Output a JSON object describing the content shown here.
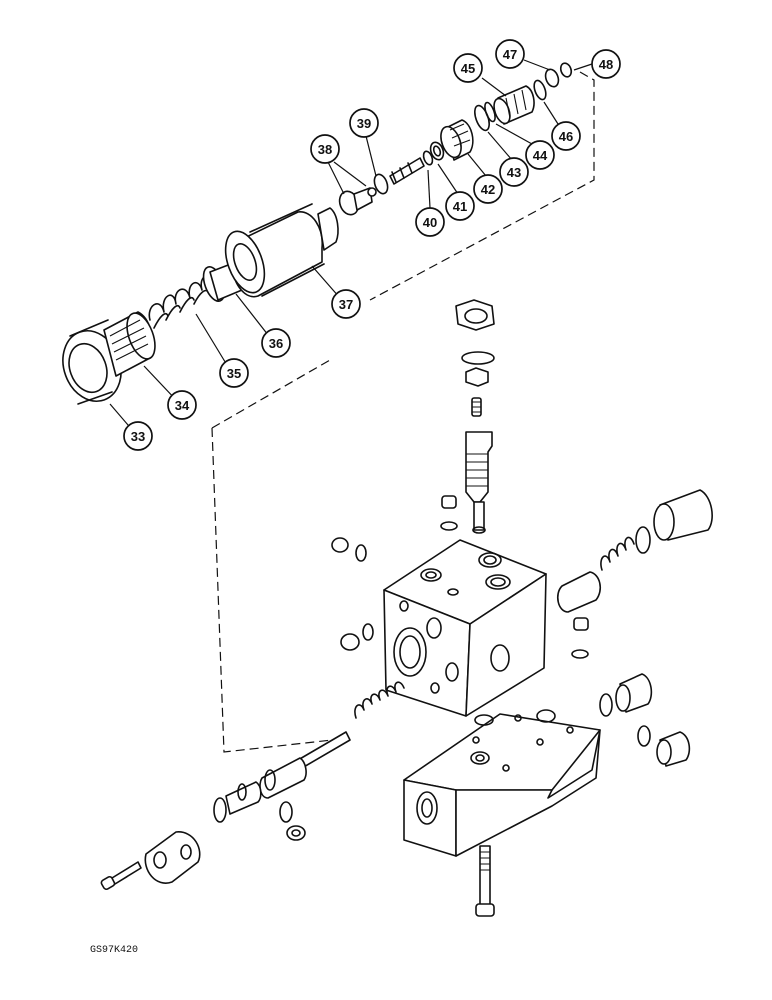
{
  "drawing": {
    "ref_code": "GS97K420"
  },
  "callouts": [
    {
      "id": "c33",
      "label": "33"
    },
    {
      "id": "c34",
      "label": "34"
    },
    {
      "id": "c35",
      "label": "35"
    },
    {
      "id": "c36",
      "label": "36"
    },
    {
      "id": "c37",
      "label": "37"
    },
    {
      "id": "c38",
      "label": "38"
    },
    {
      "id": "c39",
      "label": "39"
    },
    {
      "id": "c40",
      "label": "40"
    },
    {
      "id": "c41",
      "label": "41"
    },
    {
      "id": "c42",
      "label": "42"
    },
    {
      "id": "c43",
      "label": "43"
    },
    {
      "id": "c44",
      "label": "44"
    },
    {
      "id": "c45",
      "label": "45"
    },
    {
      "id": "c46",
      "label": "46"
    },
    {
      "id": "c47",
      "label": "47"
    },
    {
      "id": "c48",
      "label": "48"
    }
  ]
}
